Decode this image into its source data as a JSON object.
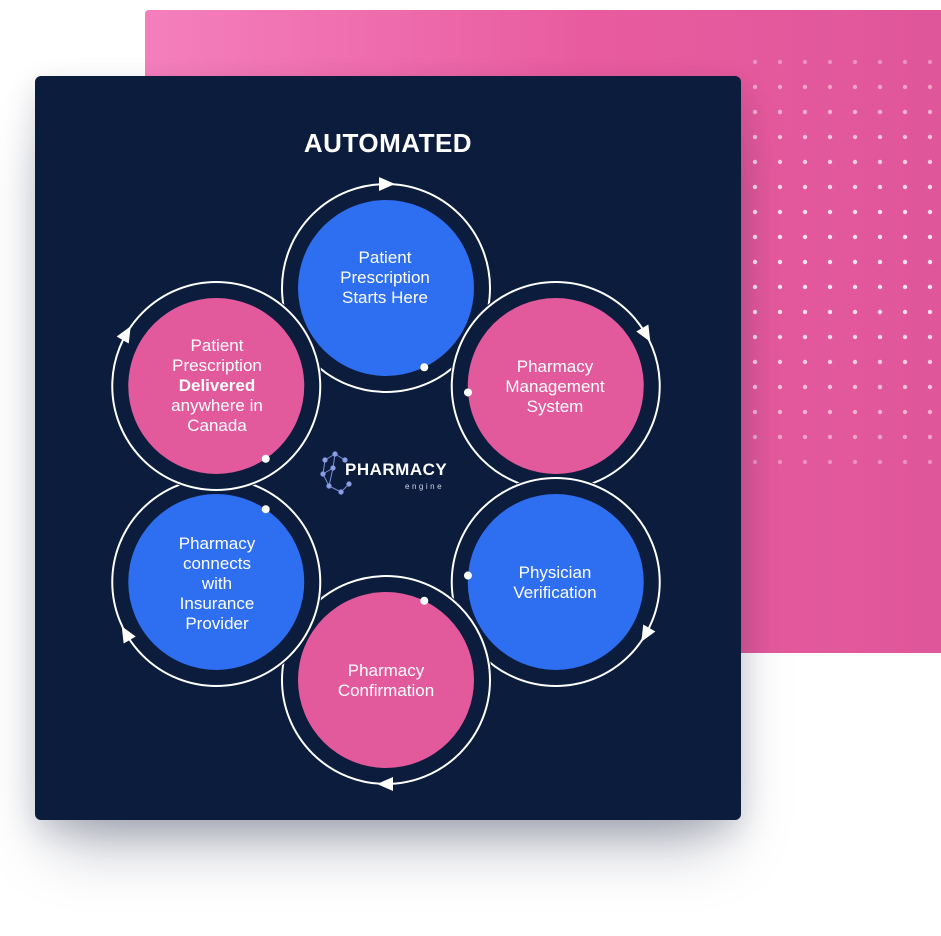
{
  "title": "AUTOMATED",
  "colors": {
    "navy": "#0b1c3d",
    "blue": "#2e6ef0",
    "pink": "#e35a9c",
    "pink_bg": "#f07ab5"
  },
  "logo": {
    "word": "PHARMACY",
    "sub": "engine",
    "icon": "molecule-network-icon"
  },
  "steps": [
    {
      "id": "start",
      "color": "blue",
      "lines": [
        {
          "text": "Patient"
        },
        {
          "text": "Prescription"
        },
        {
          "text": "Starts Here"
        }
      ]
    },
    {
      "id": "management",
      "color": "pink",
      "lines": [
        {
          "text": "Pharmacy"
        },
        {
          "text": "Management"
        },
        {
          "text": "System"
        }
      ]
    },
    {
      "id": "physician",
      "color": "blue",
      "lines": [
        {
          "text": "Physician"
        },
        {
          "text": "Verification"
        }
      ]
    },
    {
      "id": "confirmation",
      "color": "pink",
      "lines": [
        {
          "text": "Pharmacy"
        },
        {
          "text": "Confirmation"
        }
      ]
    },
    {
      "id": "insurance",
      "color": "blue",
      "lines": [
        {
          "text": "Pharmacy"
        },
        {
          "text": "connects"
        },
        {
          "text": "with"
        },
        {
          "text": "Insurance"
        },
        {
          "text": "Provider"
        }
      ]
    },
    {
      "id": "delivered",
      "color": "pink",
      "lines": [
        {
          "text": "Patient"
        },
        {
          "text": "Prescription"
        },
        {
          "text": "Delivered",
          "bold": true
        },
        {
          "text": "anywhere in"
        },
        {
          "text": "Canada"
        }
      ]
    }
  ]
}
